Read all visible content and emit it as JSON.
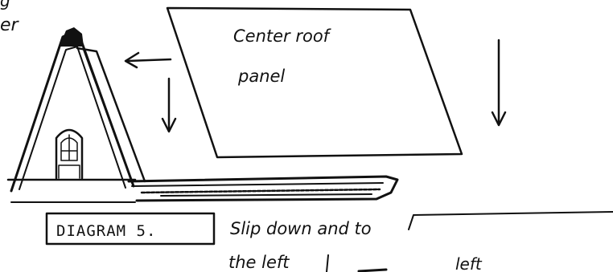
{
  "diagram": {
    "corner_fragment_1": "g",
    "corner_fragment_2": "er",
    "panel_label_line1": "Center roof",
    "panel_label_line2": "panel",
    "box_label": "DIAGRAM 5.",
    "instruction_line1": "Slip down and to",
    "instruction_line2": "the left",
    "bottom_right_text": "left"
  }
}
